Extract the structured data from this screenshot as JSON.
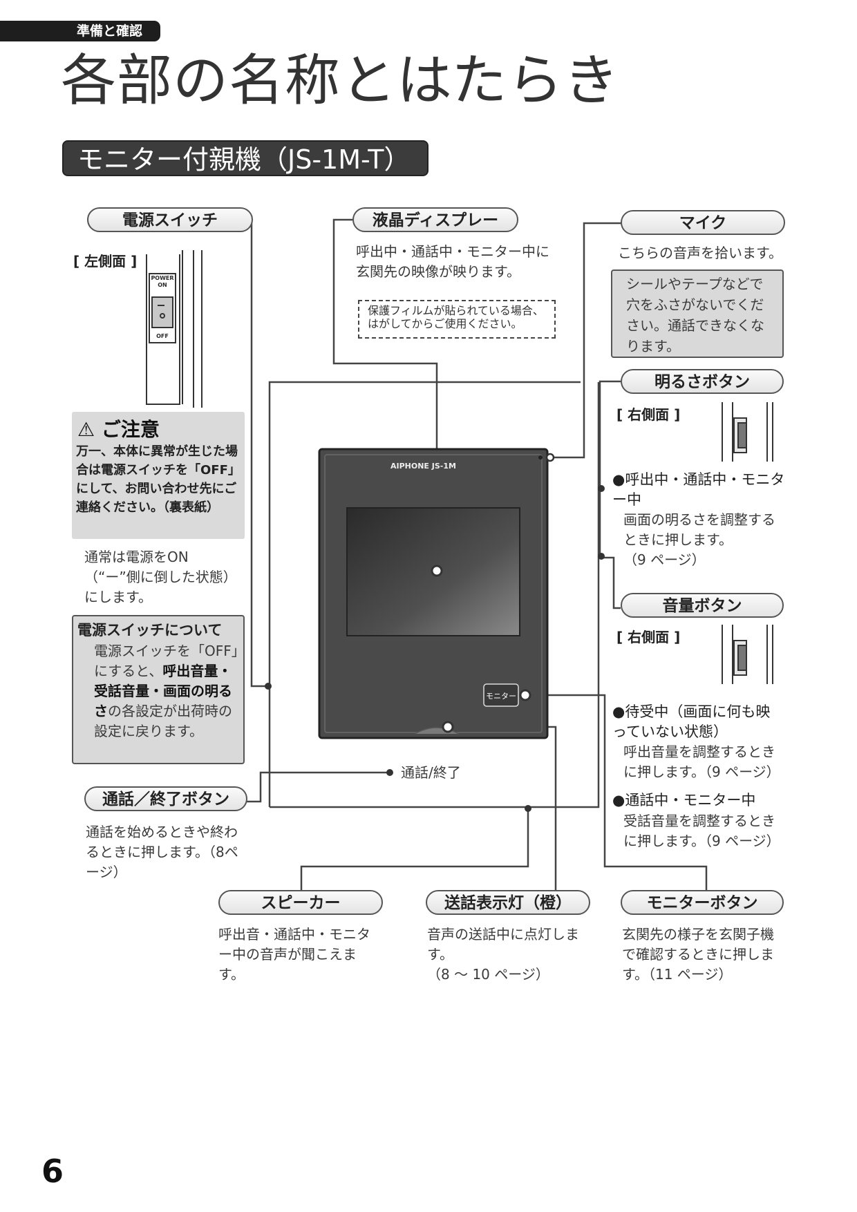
{
  "header": {
    "tab": "準備と確認",
    "title": "各部の名称とはたらき",
    "section": "モニター付親機（JS-1M-T）"
  },
  "power_switch": {
    "label": "電源スイッチ",
    "side": "[ 左側面 ]",
    "switch_top": "POWER\nON",
    "switch_bottom": "OFF",
    "caution_title": "ご注意",
    "caution_text": "万一、本体に異常が生じた場合は電源スイッチを「OFF」にして、お問い合わせ先にご連絡ください。（裏表紙）",
    "normal_text": "通常は電源をON（“ー”側に倒した状態）にします。",
    "about_title": "電源スイッチについて",
    "about_pre": "電源スイッチを「OFF」にすると、",
    "about_bold": "呼出音量・受話音量・画面の明るさ",
    "about_post": "の各設定が出荷時の設定に戻ります。"
  },
  "lcd": {
    "label": "液晶ディスプレー",
    "text": "呼出中・通話中・モニター中に玄関先の映像が映ります。",
    "note": "保護フィルムが貼られている場合、はがしてからご使用ください。"
  },
  "mic": {
    "label": "マイク",
    "text": "こちらの音声を拾います。",
    "warning": "シールやテープなどで穴をふさがないでください。通話できなくなります。"
  },
  "brightness": {
    "label": "明るさボタン",
    "side": "[ 右側面 ]",
    "bullet": "●呼出中・通話中・モニター中",
    "text": "画面の明るさを調整するときに押します。",
    "ref": "（9 ページ）"
  },
  "volume": {
    "label": "音量ボタン",
    "side": "[ 右側面 ]",
    "bullet1": "●待受中（画面に何も映っていない状態）",
    "text1": "呼出音量を調整するときに押します。（9 ページ）",
    "bullet2": "●通話中・モニター中",
    "text2": "受話音量を調整するときに押します。（9 ページ）"
  },
  "device": {
    "brand": "AIPHONE JS-1M",
    "monitor_btn": "モニター",
    "talk_label": "通話/終了"
  },
  "talk_button": {
    "label": "通話／終了ボタン",
    "text": "通話を始めるときや終わるときに押します。（8ページ）"
  },
  "speaker": {
    "label": "スピーカー",
    "text": "呼出音・通話中・モニター中の音声が聞こえます。"
  },
  "indicator": {
    "label": "送話表示灯（橙）",
    "text": "音声の送話中に点灯します。",
    "ref": "（8 〜 10 ページ）"
  },
  "monitor_button": {
    "label": "モニターボタン",
    "text": "玄関先の様子を玄関子機で確認するときに押します。（11 ページ）"
  },
  "page_number": "6"
}
